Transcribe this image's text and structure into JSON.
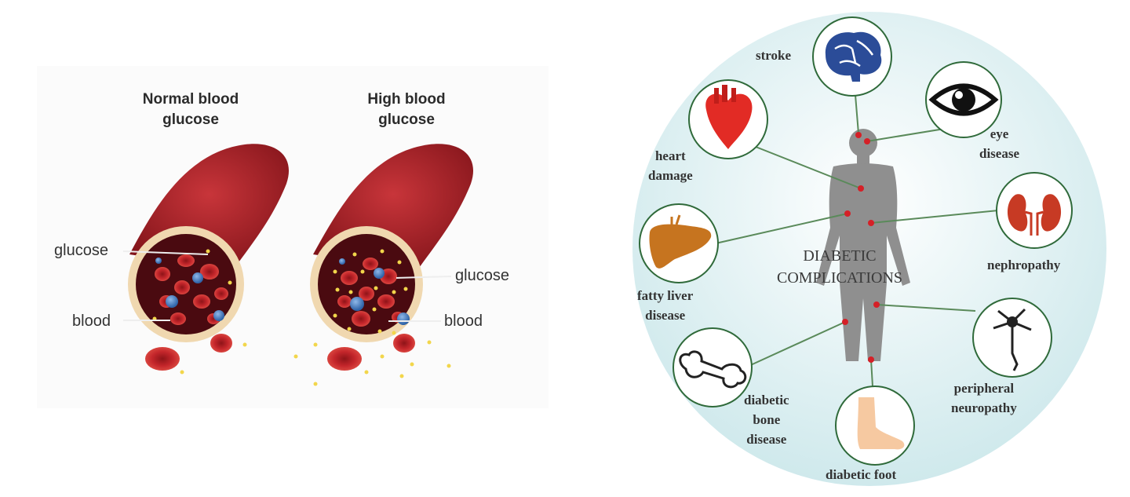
{
  "vessels": {
    "normal": {
      "title_line1": "Normal blood",
      "title_line2": "glucose",
      "label_glucose": "glucose",
      "label_blood": "blood"
    },
    "high": {
      "title_line1": "High blood",
      "title_line2": "glucose",
      "label_glucose": "glucose",
      "label_blood": "blood"
    }
  },
  "complications": {
    "center_line1": "DIABETIC",
    "center_line2": "COMPLICATIONS",
    "items": [
      {
        "icon": "brain-icon",
        "label": "stroke"
      },
      {
        "icon": "eye-icon",
        "label_line1": "eye",
        "label_line2": "disease"
      },
      {
        "icon": "heart-icon",
        "label_line1": "heart",
        "label_line2": "damage"
      },
      {
        "icon": "kidney-icon",
        "label": "nephropathy"
      },
      {
        "icon": "liver-icon",
        "label_line1": "fatty liver",
        "label_line2": "disease"
      },
      {
        "icon": "neuron-icon",
        "label_line1": "peripheral",
        "label_line2": "neuropathy"
      },
      {
        "icon": "bone-icon",
        "label_line1": "diabetic",
        "label_line2": "bone",
        "label_line3": "disease"
      },
      {
        "icon": "foot-icon",
        "label": "diabetic foot"
      }
    ]
  },
  "colors": {
    "vessel": "#a41f24",
    "vessel_dark": "#5a0d12",
    "lumen": "#4a0a10",
    "rbc": "#c4262b",
    "glucose_dot": "#f2d64b",
    "wbc": "#4a86c8",
    "wall": "#f0d8b0",
    "circle_bg": "#d8ecee",
    "circle_border": "#2f6a3a",
    "link": "#5a8a5a",
    "body": "#8f8f8f",
    "point": "#d52027"
  }
}
